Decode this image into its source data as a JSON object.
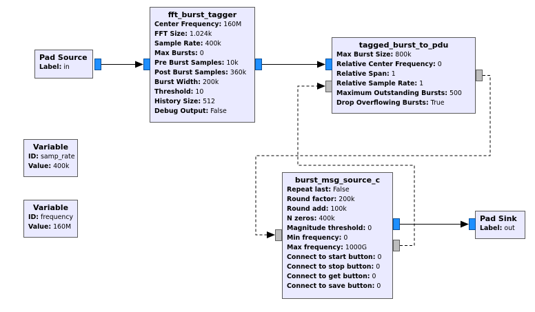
{
  "colors": {
    "block_bg": "#eaeaff",
    "complex_port": "#1e8fff",
    "message_port": "#bdbdbd",
    "wire": "#000000"
  },
  "blocks": {
    "pad_source": {
      "title": "Pad Source",
      "params": [
        {
          "k": "Label:",
          "v": "in"
        }
      ]
    },
    "fft_burst_tagger": {
      "title": "fft_burst_tagger",
      "params": [
        {
          "k": "Center Frequency:",
          "v": "160M"
        },
        {
          "k": "FFT Size:",
          "v": "1.024k"
        },
        {
          "k": "Sample Rate:",
          "v": "400k"
        },
        {
          "k": "Max Bursts:",
          "v": "0"
        },
        {
          "k": "Pre Burst Samples:",
          "v": "10k"
        },
        {
          "k": "Post Burst Samples:",
          "v": "360k"
        },
        {
          "k": "Burst Width:",
          "v": "200k"
        },
        {
          "k": "Threshold:",
          "v": "10"
        },
        {
          "k": "History Size:",
          "v": "512"
        },
        {
          "k": "Debug Output:",
          "v": "False"
        }
      ]
    },
    "tagged_burst_to_pdu": {
      "title": "tagged_burst_to_pdu",
      "params": [
        {
          "k": "Max Burst Size:",
          "v": "800k"
        },
        {
          "k": "Relative Center Frequency:",
          "v": "0"
        },
        {
          "k": "Relative Span:",
          "v": "1"
        },
        {
          "k": "Relative Sample Rate:",
          "v": "1"
        },
        {
          "k": "Maximum Outstanding Bursts:",
          "v": "500"
        },
        {
          "k": "Drop Overflowing Bursts:",
          "v": "True"
        }
      ]
    },
    "variable_samp_rate": {
      "title": "Variable",
      "params": [
        {
          "k": "ID:",
          "v": "samp_rate"
        },
        {
          "k": "Value:",
          "v": "400k"
        }
      ]
    },
    "variable_frequency": {
      "title": "Variable",
      "params": [
        {
          "k": "ID:",
          "v": "frequency"
        },
        {
          "k": "Value:",
          "v": "160M"
        }
      ]
    },
    "burst_msg_source_c": {
      "title": "burst_msg_source_c",
      "params": [
        {
          "k": "Repeat last:",
          "v": "False"
        },
        {
          "k": "Round factor:",
          "v": "200k"
        },
        {
          "k": "Round add:",
          "v": "100k"
        },
        {
          "k": "N zeros:",
          "v": "400k"
        },
        {
          "k": "Magnitude threshold:",
          "v": "0"
        },
        {
          "k": "Min frequency:",
          "v": "0"
        },
        {
          "k": "Max frequency:",
          "v": "1000G"
        },
        {
          "k": "Connect to start button:",
          "v": "0"
        },
        {
          "k": "Connect to stop button:",
          "v": "0"
        },
        {
          "k": "Connect to get button:",
          "v": "0"
        },
        {
          "k": "Connect to save button:",
          "v": "0"
        }
      ]
    },
    "pad_sink": {
      "title": "Pad Sink",
      "params": [
        {
          "k": "Label:",
          "v": "out"
        }
      ]
    }
  }
}
